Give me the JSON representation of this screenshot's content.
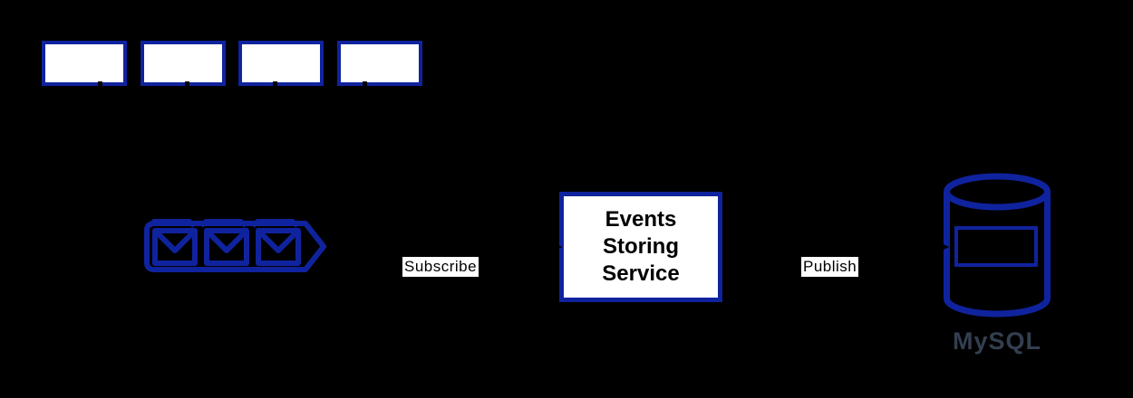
{
  "diagram": {
    "background_color": "#000000",
    "shape_stroke_color": "#10239E",
    "shape_fill_color": "#FFFFFF",
    "connector_color": "#000000",
    "top_row": {
      "placeholder_rect_count": 4
    },
    "queue": {
      "icon": "message-queue-icon",
      "envelope_count": 3
    },
    "edges": {
      "subscribe": {
        "label": "Subscribe"
      },
      "publish": {
        "label": "Publish"
      }
    },
    "events_service": {
      "label": "Events\nStoring\nService"
    },
    "mysql": {
      "icon": "database-cylinder-icon",
      "label": "MySQL",
      "label_color": "#333F50"
    }
  }
}
